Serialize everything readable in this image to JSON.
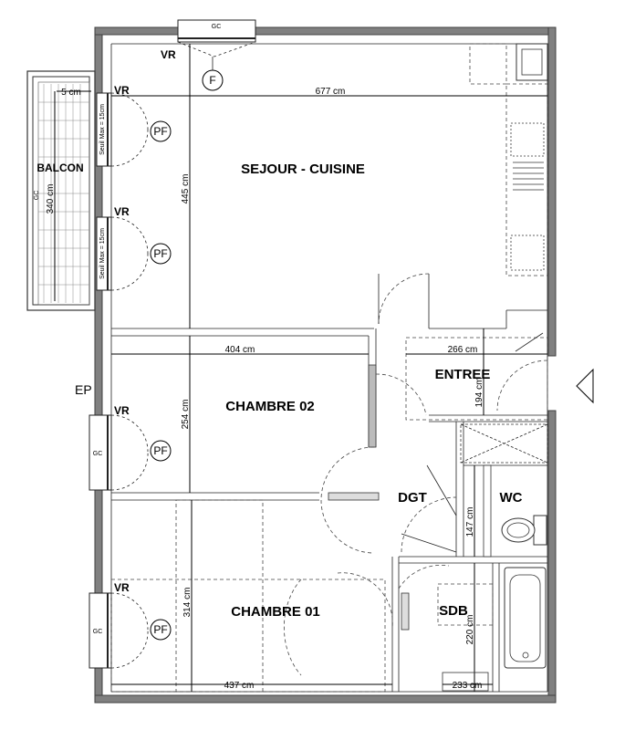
{
  "rooms": {
    "sejour": "SEJOUR - CUISINE",
    "chambre02": "CHAMBRE 02",
    "chambre01": "CHAMBRE 01",
    "entree": "ENTREE",
    "dgt": "DGT",
    "wc": "WC",
    "sdb": "SDB",
    "balcon": "BALCON"
  },
  "dimensions": {
    "sejour_width": "677 cm",
    "sejour_height": "445 cm",
    "balcon_depth": "5 cm",
    "balcon_length": "340 cm",
    "chambre02_width": "404 cm",
    "chambre02_height": "254 cm",
    "entree_width": "266 cm",
    "entree_height": "194 cm",
    "wc_height": "147 cm",
    "chambre01_height": "314 cm",
    "chambre01_width": "437 cm",
    "sdb_height": "220 cm",
    "sdb_width": "233 cm"
  },
  "labels": {
    "vr": "VR",
    "pf": "PF",
    "gc": "GC",
    "f": "F",
    "ep": "EP",
    "seuil": "Seuil Max = 15cm",
    "gc_balcon": "GC"
  }
}
